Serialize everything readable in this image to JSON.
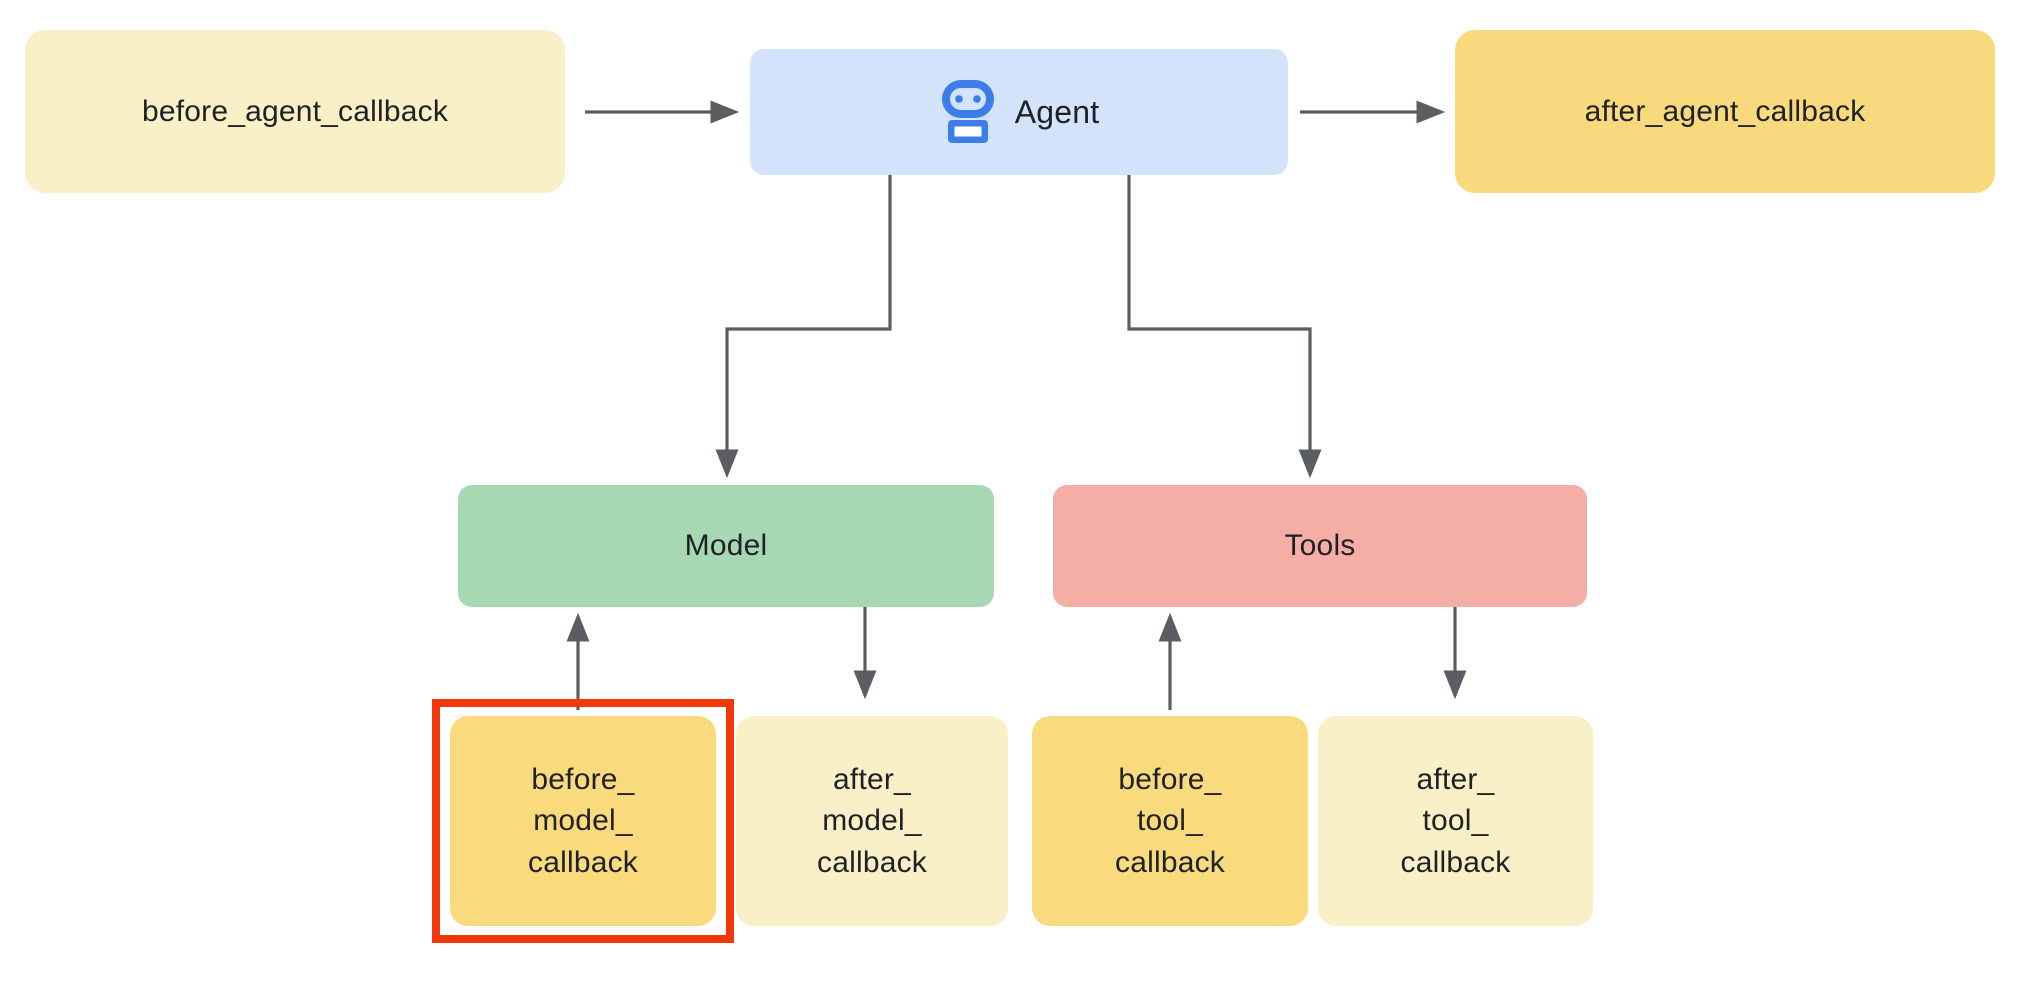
{
  "diagram": {
    "background_color": "#ffffff",
    "text_color": "#202124",
    "arrow_color": "#5A5E63",
    "nodes": {
      "before_agent_callback": {
        "label": "before_agent_callback",
        "color": "#FAF0C7"
      },
      "agent": {
        "label": "Agent",
        "color": "#D2E3FB",
        "icon": "robot-icon",
        "icon_color": "#3D7DE9"
      },
      "after_agent_callback": {
        "label": "after_agent_callback",
        "color": "#F9D97D"
      },
      "model": {
        "label": "Model",
        "color": "#A7D8B4"
      },
      "tools": {
        "label": "Tools",
        "color": "#F5AEA6"
      },
      "before_model_callback": {
        "label": "before_\nmodel_\ncallback",
        "color": "#F9DA7D",
        "highlighted": true,
        "highlight_color": "#F2380B"
      },
      "after_model_callback": {
        "label": "after_\nmodel_\ncallback",
        "color": "#FAF0C7"
      },
      "before_tool_callback": {
        "label": "before_\ntool_\ncallback",
        "color": "#F9DA7D"
      },
      "after_tool_callback": {
        "label": "after_\ntool_\ncallback",
        "color": "#FAF0C7"
      }
    },
    "edges": [
      {
        "from": "before_agent_callback",
        "to": "agent"
      },
      {
        "from": "agent",
        "to": "after_agent_callback"
      },
      {
        "from": "agent",
        "to": "model"
      },
      {
        "from": "agent",
        "to": "tools"
      },
      {
        "from": "before_model_callback",
        "to": "model"
      },
      {
        "from": "model",
        "to": "after_model_callback"
      },
      {
        "from": "before_tool_callback",
        "to": "tools"
      },
      {
        "from": "tools",
        "to": "after_tool_callback"
      }
    ]
  }
}
